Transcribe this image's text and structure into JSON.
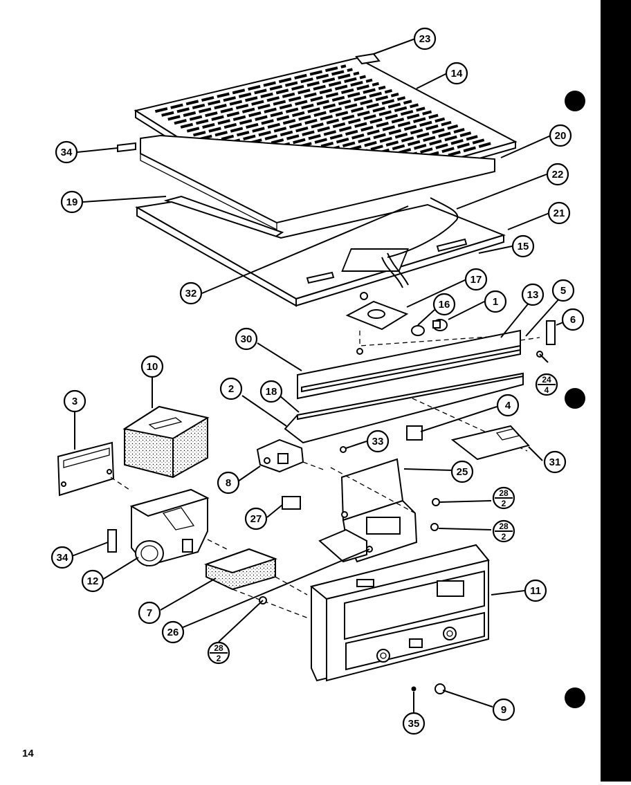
{
  "page_number": "14",
  "callouts": [
    {
      "label": "23"
    },
    {
      "label": "14"
    },
    {
      "label": "34"
    },
    {
      "label": "20"
    },
    {
      "label": "19"
    },
    {
      "label": "22"
    },
    {
      "label": "21"
    },
    {
      "label": "15"
    },
    {
      "label": "32"
    },
    {
      "label": "17"
    },
    {
      "label": "16"
    },
    {
      "label": "1"
    },
    {
      "label": "13"
    },
    {
      "label": "5"
    },
    {
      "label": "6"
    },
    {
      "label": "30"
    },
    {
      "label": "10"
    },
    {
      "label": "2"
    },
    {
      "label": "18"
    },
    {
      "label": "4"
    },
    {
      "label": "3"
    },
    {
      "label": "33"
    },
    {
      "label": "31"
    },
    {
      "label": "8"
    },
    {
      "label": "25"
    },
    {
      "label": "27"
    },
    {
      "label": "34"
    },
    {
      "label": "12"
    },
    {
      "label": "7"
    },
    {
      "label": "11"
    },
    {
      "label": "26"
    },
    {
      "label": "9"
    },
    {
      "label": "35"
    }
  ],
  "fractions": [
    {
      "top": "24",
      "bottom": "4"
    },
    {
      "top": "28",
      "bottom": "2"
    },
    {
      "top": "28",
      "bottom": "2"
    },
    {
      "top": "28",
      "bottom": "2"
    }
  ],
  "colors": {
    "ink": "#000000",
    "paper": "#ffffff",
    "part_tint": "#ece7e0"
  }
}
